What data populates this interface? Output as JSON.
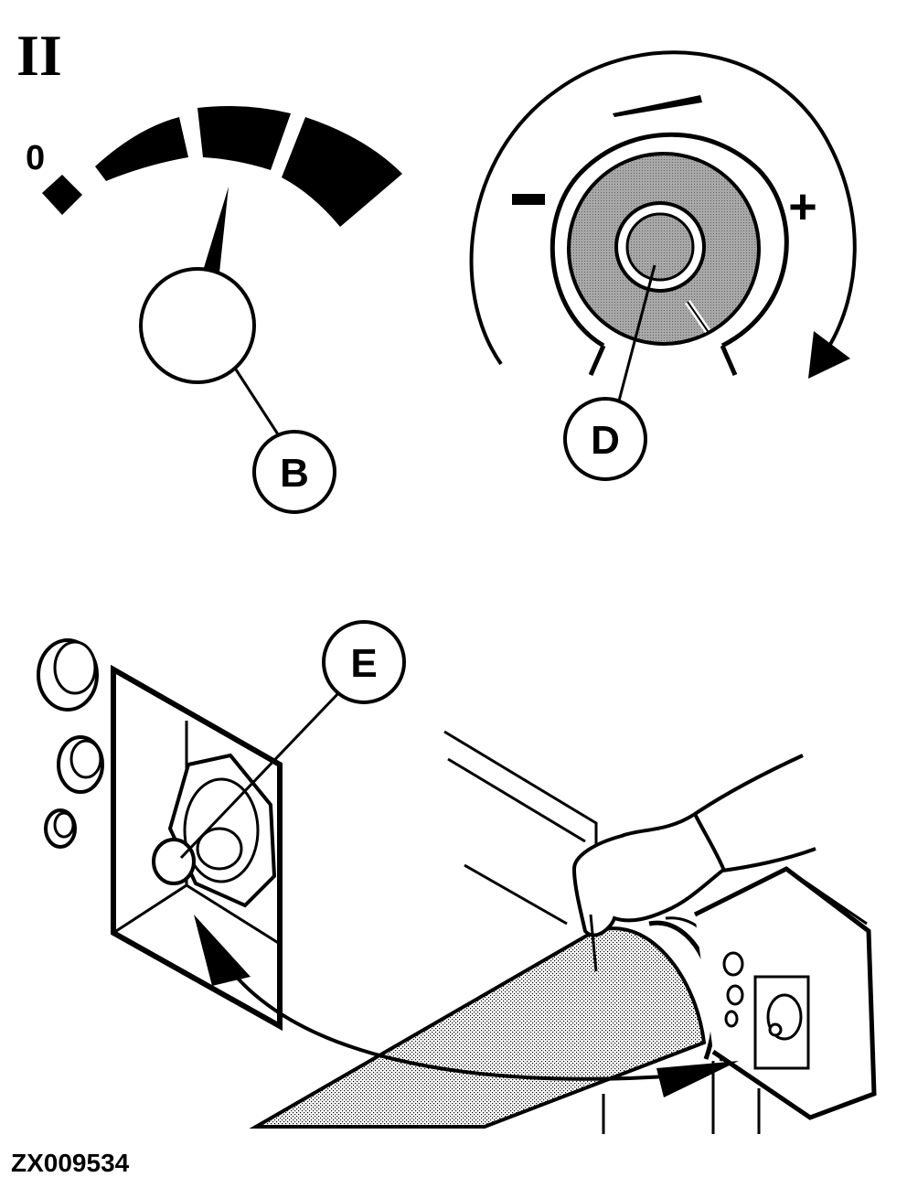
{
  "page_marker": "II",
  "gauge": {
    "zero_label": "0"
  },
  "dial": {
    "minus_label": "−",
    "plus_label": "+"
  },
  "callouts": {
    "b": "B",
    "d": "D",
    "e": "E"
  },
  "figure_id": "ZX009534"
}
